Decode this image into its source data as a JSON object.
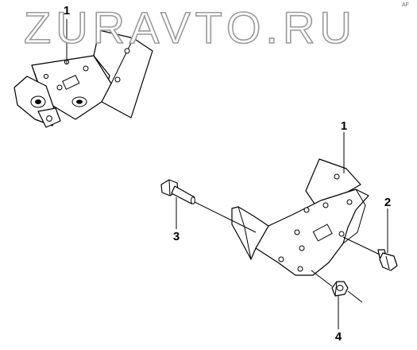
{
  "watermark": {
    "text": "ZURAVTO.RU"
  },
  "corner_mark": {
    "text": "AF"
  },
  "callouts": {
    "c1a": "1",
    "c1b": "1",
    "c2": "2",
    "c3": "3",
    "c4": "4"
  }
}
